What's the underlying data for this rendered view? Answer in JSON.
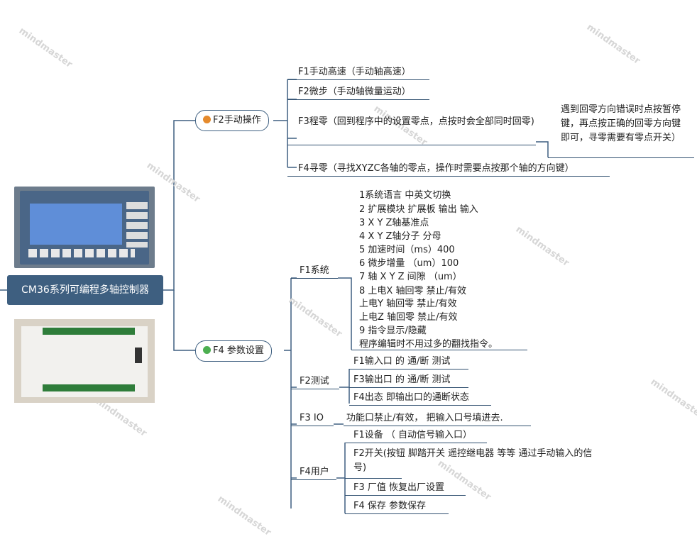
{
  "root": {
    "label": "CM36系列可编程多轴控制器"
  },
  "topics": [
    {
      "label": "F2手动操作",
      "dot_color": "#e58a2c",
      "icon": "priority-dot-icon"
    },
    {
      "label": "F4 参数设置",
      "dot_color": "#4caf50",
      "icon": "priority-dot-icon"
    }
  ],
  "manual": {
    "items": [
      "F1手动高速（手动轴高速）",
      "F2微步（手动轴微量运动）",
      "F3程零（回到程序中的设置零点，点按时会全部同时回零)",
      "F4寻零（寻找XYZC各轴的零点，操作时需要点按那个轴的方向键）"
    ],
    "note": "遇到回零方向错误时点按暂停键，再点按正确的回零方向键即可，寻零需要有零点开关）"
  },
  "params": {
    "groups": [
      {
        "label": "F1系统",
        "lines": [
          "1系统语言  中英文切换",
          "2 扩展模块   扩展板 输出 输入",
          "3  X  Y  Z轴基准点",
          "4  X  Y  Z轴分子  分母",
          "5  加速时间（ms）400",
          "6  微步增量  （um）100",
          "7  轴 X  Y  Z 间隙  （um）",
          "8  上电X 轴回零     禁止/有效",
          "    上电Y 轴回零     禁止/有效",
          "    上电Z 轴回零     禁止/有效",
          "9  指令显示/隐藏",
          "  程序编辑时不用过多的翻找指令。"
        ]
      },
      {
        "label": "F2测试",
        "items": [
          "F1输入口 的 通/断 测试",
          "F3输出口 的 通/断 测试",
          "F4出态  即输出口的通断状态"
        ]
      },
      {
        "label": "F3 IO",
        "items": [
          "功能口禁止/有效， 把输入口号填进去."
        ]
      },
      {
        "label": "F4用户",
        "items": [
          "F1设备   （ 自动信号输入口）",
          "F2开关(按钮 脚踏开关 遥控继电器 等等 通过手动输入的信号)",
          "F3  厂值 恢复出厂设置",
          "F4  保存  参数保存"
        ]
      }
    ]
  },
  "images": {
    "controller_front": "controller-front-photo",
    "controller_back": "controller-board-photo"
  },
  "watermark": "mindmaster",
  "colors": {
    "line": "#2f4f6f",
    "root_bg": "#3e5f80"
  }
}
